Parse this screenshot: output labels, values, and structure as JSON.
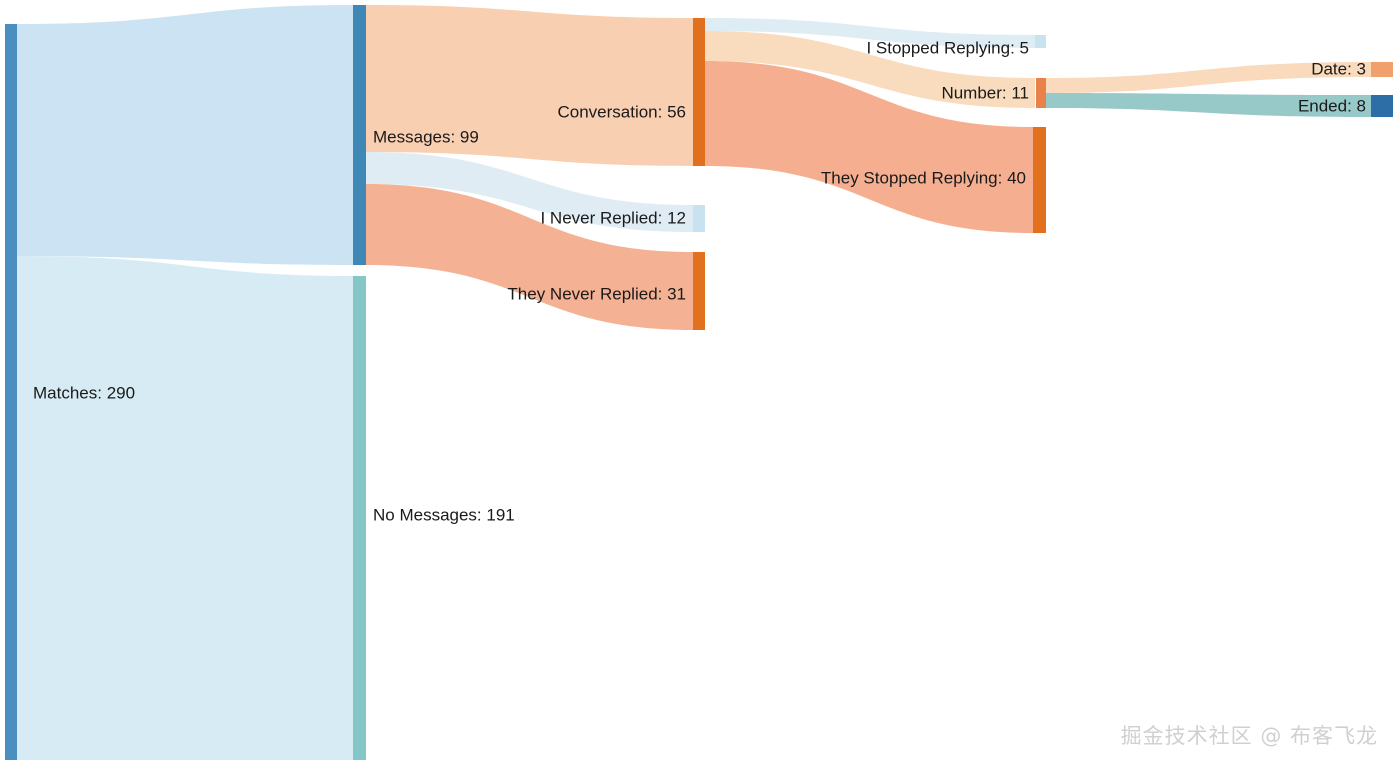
{
  "chart_data": {
    "type": "sankey",
    "title": "",
    "xlabel": "",
    "ylabel": "",
    "label_format": "{name}: {value}",
    "nodes": [
      {
        "id": "matches",
        "label": "Matches: 290",
        "name": "Matches",
        "value": 290,
        "color": "#4b8fc0",
        "column": 0
      },
      {
        "id": "messages",
        "label": "Messages: 99",
        "name": "Messages",
        "value": 99,
        "color": "#3f88b5",
        "column": 1
      },
      {
        "id": "no_messages",
        "label": "No Messages: 191",
        "name": "No Messages",
        "value": 191,
        "color": "#85c6c6",
        "column": 1
      },
      {
        "id": "conversation",
        "label": "Conversation: 56",
        "name": "Conversation",
        "value": 56,
        "color": "#e1701e",
        "column": 2
      },
      {
        "id": "i_never_replied",
        "label": "I Never Replied: 12",
        "name": "I Never Replied",
        "value": 12,
        "color": "#c9e2f0",
        "column": 2
      },
      {
        "id": "they_never_replied",
        "label": "They Never Replied: 31",
        "name": "They Never Replied",
        "value": 31,
        "color": "#e1711f",
        "column": 2
      },
      {
        "id": "i_stopped_replying",
        "label": "I Stopped Replying: 5",
        "name": "I Stopped Replying",
        "value": 5,
        "color": "#c9e2f0",
        "column": 3
      },
      {
        "id": "number",
        "label": "Number: 11",
        "name": "Number",
        "value": 11,
        "color": "#e8814a",
        "column": 3
      },
      {
        "id": "they_stopped_replying",
        "label": "They Stopped Replying: 40",
        "name": "They Stopped Replying",
        "value": 40,
        "color": "#e1711f",
        "column": 3
      },
      {
        "id": "date",
        "label": "Date: 3",
        "name": "Date",
        "value": 3,
        "color": "#f0a06a",
        "column": 4
      },
      {
        "id": "ended",
        "label": "Ended: 8",
        "name": "Ended",
        "value": 8,
        "color": "#2e6ea6",
        "column": 4
      }
    ],
    "links": [
      {
        "source": "matches",
        "target": "messages",
        "value": 99,
        "color": "#bfddef"
      },
      {
        "source": "matches",
        "target": "no_messages",
        "value": 191,
        "color": "#cde7f2"
      },
      {
        "source": "messages",
        "target": "conversation",
        "value": 56,
        "color": "#f8c8a6"
      },
      {
        "source": "messages",
        "target": "i_never_replied",
        "value": 12,
        "color": "#dce9f2"
      },
      {
        "source": "messages",
        "target": "they_never_replied",
        "value": 31,
        "color": "#f4a684"
      },
      {
        "source": "conversation",
        "target": "i_stopped_replying",
        "value": 5,
        "color": "#d9e9f2"
      },
      {
        "source": "conversation",
        "target": "number",
        "value": 11,
        "color": "#f8d7b6"
      },
      {
        "source": "conversation",
        "target": "they_stopped_replying",
        "value": 40,
        "color": "#f4a684"
      },
      {
        "source": "number",
        "target": "date",
        "value": 3,
        "color": "#f8d7b6"
      },
      {
        "source": "number",
        "target": "ended",
        "value": 8,
        "color": "#8fc4c4"
      }
    ],
    "legend": [],
    "grid": false
  },
  "labels": {
    "matches": "Matches: 290",
    "messages": "Messages: 99",
    "no_messages": "No Messages: 191",
    "conversation": "Conversation: 56",
    "i_never_replied": "I Never Replied: 12",
    "they_never_replied": "They Never Replied: 31",
    "i_stopped_replying": "I Stopped Replying: 5",
    "number": "Number: 11",
    "they_stopped_replying": "They Stopped Replying: 40",
    "date": "Date: 3",
    "ended": "Ended: 8"
  },
  "watermark": {
    "text": "掘金技术社区 @ 布客飞龙"
  },
  "colors": {
    "background": "#ffffff",
    "text": "#1a1a1a",
    "blue_node": "#4b8fc0",
    "teal_node": "#85c6c6",
    "orange_node": "#e1711f",
    "lightblue_node": "#c9e2f0",
    "darkblue_node": "#2e6ea6",
    "peach_link": "#f8c8a6",
    "salmon_link": "#f4a684",
    "lightblue_link": "#cde7f2"
  }
}
